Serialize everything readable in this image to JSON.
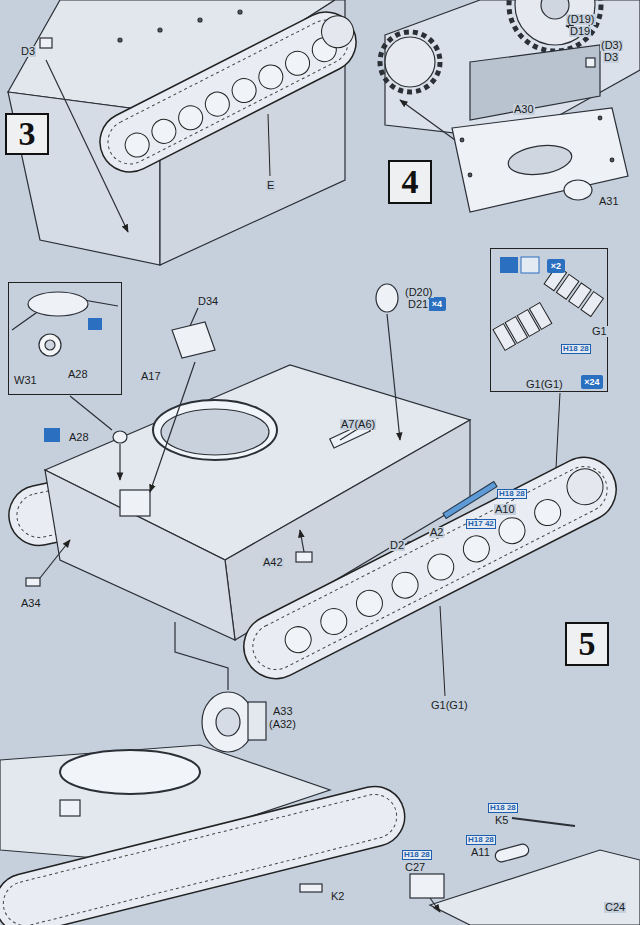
{
  "diagram": {
    "nodes": [
      {
        "text": [
          "3"
        ]
      },
      {
        "text": [
          "4"
        ]
      },
      {
        "text": [
          "W31",
          "A28"
        ]
      },
      {
        "text": [
          "G1",
          "H18 28",
          "G1(G1)"
        ]
      },
      {
        "text": [
          "×2"
        ],
        "in": 3
      },
      {
        "text": [
          "×24"
        ],
        "in": 3
      },
      {
        "text": [
          "×4"
        ]
      },
      {
        "text": [
          "5"
        ]
      }
    ],
    "labels": [
      "D3",
      "E",
      "(D19)",
      "D19",
      "(D3)",
      "D3",
      "A30",
      "A31",
      "D34",
      "(D20)",
      "D21",
      "A17",
      "A28",
      "A7(A6)",
      "H18 28",
      "A10",
      "H17 42",
      "A2",
      "D2",
      "A42",
      "A34",
      "G1(G1)",
      "A33",
      "(A32)",
      "H18 28",
      "K5",
      "H18 28",
      "A11",
      "H18 28",
      "C27",
      "K2",
      "C24"
    ]
  }
}
